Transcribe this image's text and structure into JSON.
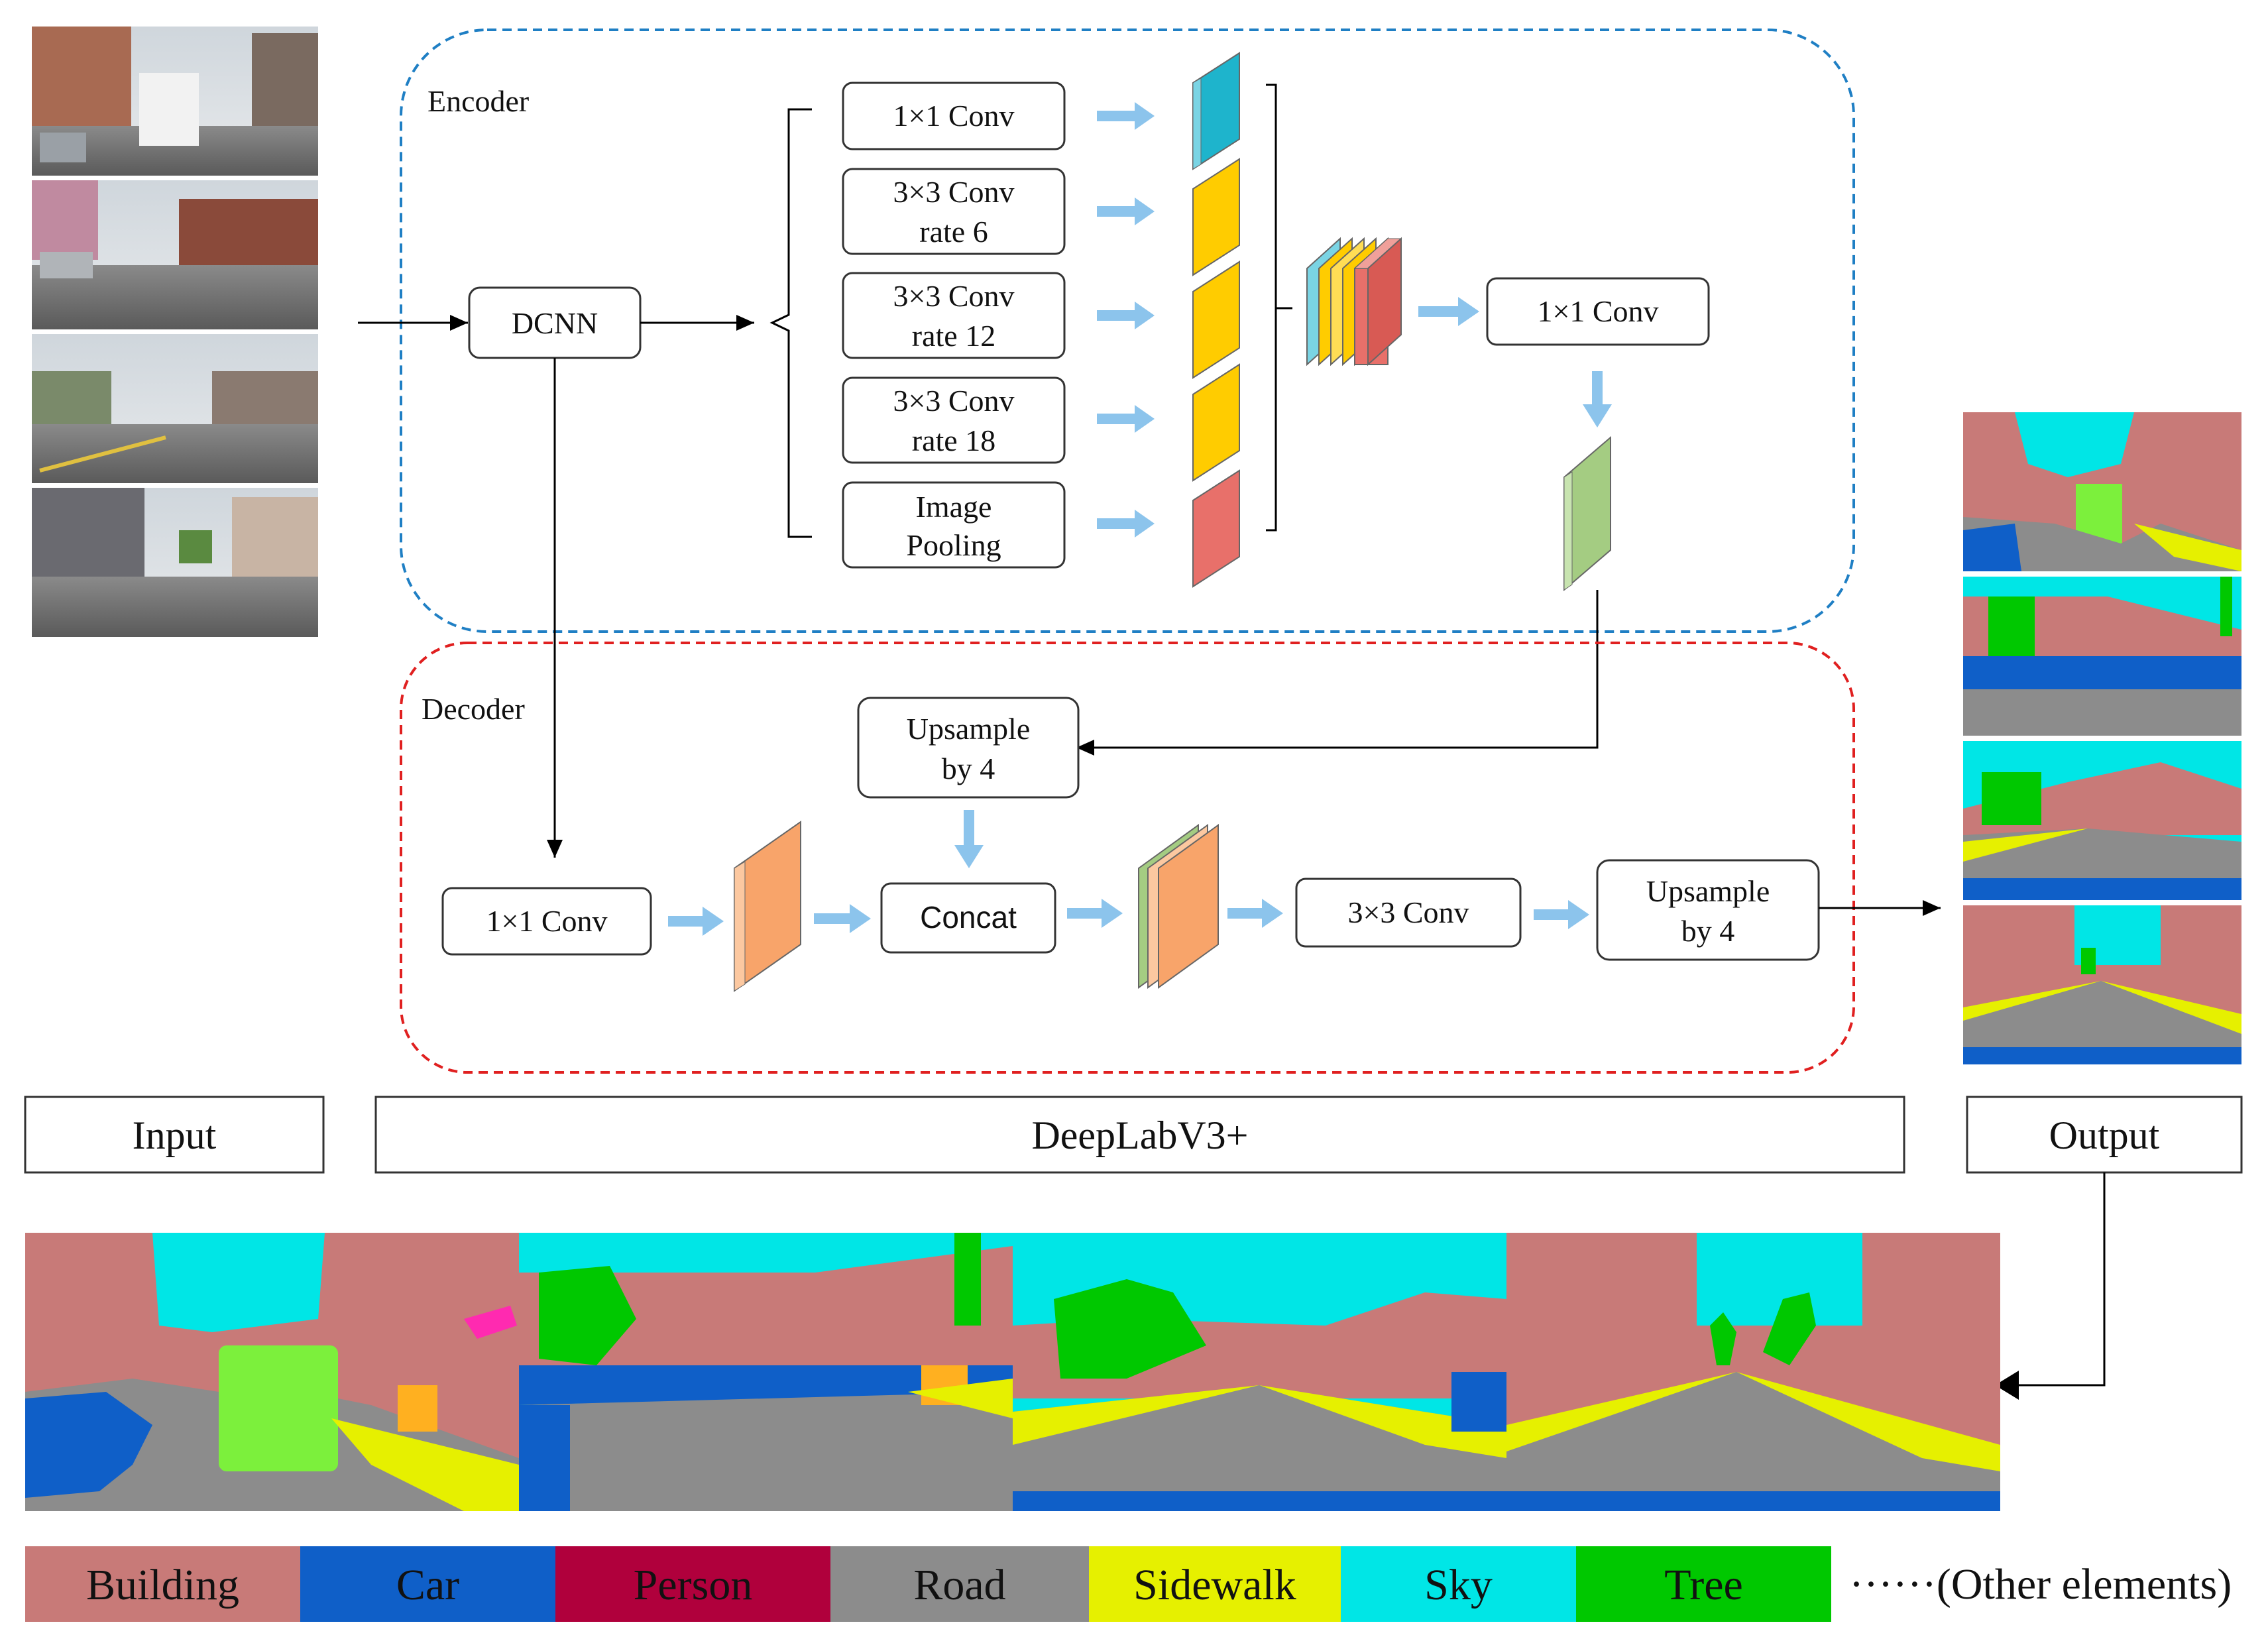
{
  "encoder": {
    "title": "Encoder",
    "dcnn": "DCNN",
    "aspp": {
      "conv1x1": "1×1 Conv",
      "conv3x3_r6": [
        "3×3 Conv",
        "rate 6"
      ],
      "conv3x3_r12": [
        "3×3 Conv",
        "rate 12"
      ],
      "conv3x3_r18": [
        "3×3 Conv",
        "rate 18"
      ],
      "image_pooling": [
        "Image",
        "Pooling"
      ]
    },
    "conv1x1_out": "1×1 Conv"
  },
  "decoder": {
    "title": "Decoder",
    "upsample_a": [
      "Upsample",
      "by 4"
    ],
    "conv1x1": "1×1 Conv",
    "concat": "Concat",
    "conv3x3": "3×3 Conv",
    "upsample_b": [
      "Upsample",
      "by 4"
    ]
  },
  "stage_labels": {
    "input": "Input",
    "model": "DeepLabV3+",
    "output": "Output"
  },
  "legend": [
    {
      "label": "Building",
      "color": "#c87a78"
    },
    {
      "label": "Car",
      "color": "#0f5fc8"
    },
    {
      "label": "Person",
      "color": "#b0003c"
    },
    {
      "label": "Road",
      "color": "#8c8c8c"
    },
    {
      "label": "Sidewalk",
      "color": "#e6f000"
    },
    {
      "label": "Sky",
      "color": "#00e6e6"
    },
    {
      "label": "Tree",
      "color": "#00c800"
    }
  ],
  "legend_more": "······(Other elements)",
  "colors": {
    "encoder_border": "#1f7fc4",
    "decoder_border": "#e02020",
    "arrow_blue": "#8cc4ec",
    "feat_blue": "#1eb4cc",
    "feat_yellow": "#ffcc00",
    "feat_red": "#e8706a",
    "feat_green": "#a4cc82",
    "feat_orange": "#f8a46a"
  }
}
